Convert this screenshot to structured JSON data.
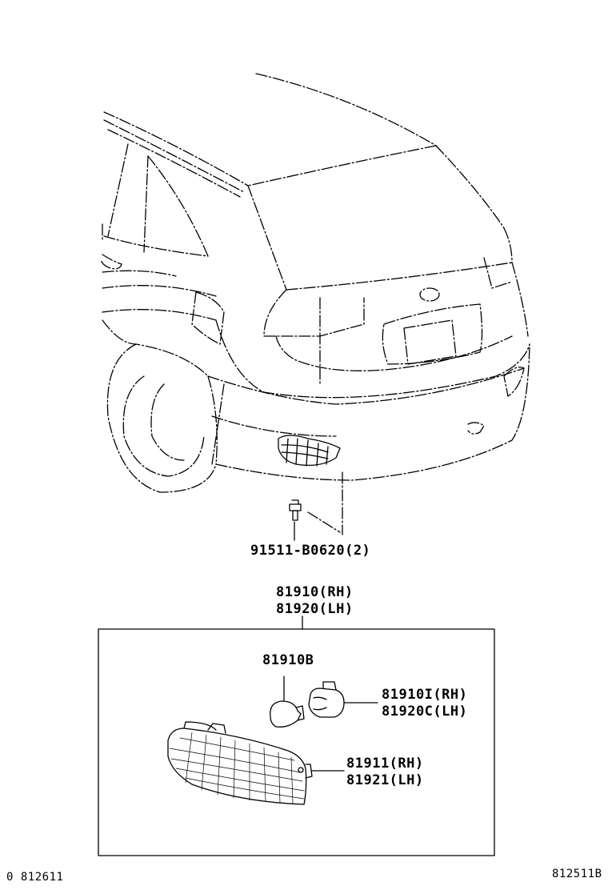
{
  "labels": {
    "bolt": "91511-B0620(2)",
    "assy_rh": "81910(RH)",
    "assy_lh": "81920(LH)",
    "bulb": "81910B",
    "socket_rh": "81910I(RH)",
    "socket_lh": "81920C(LH)",
    "lens_rh": "81911(RH)",
    "lens_lh": "81921(LH)"
  },
  "footer": {
    "left_code": "0 812611",
    "right_code": "812511B"
  }
}
